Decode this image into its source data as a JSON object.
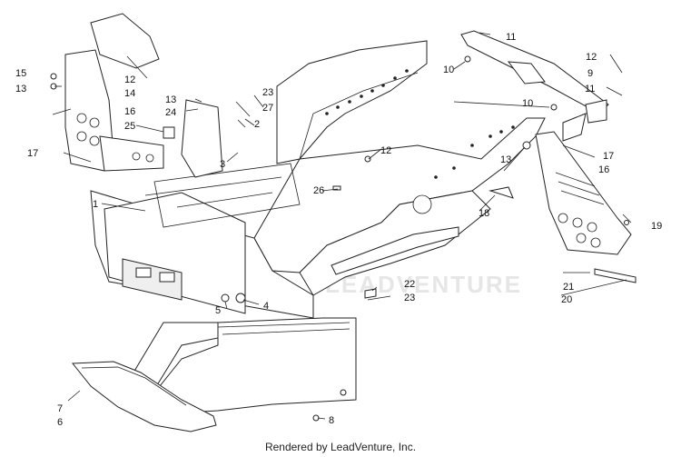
{
  "credit": "Rendered by LeadVenture, Inc.",
  "watermark": "LEADVENTURE",
  "callouts": [
    "1",
    "2",
    "3",
    "4",
    "5",
    "6",
    "7",
    "8",
    "9",
    "10",
    "11",
    "12",
    "13",
    "14",
    "15",
    "16",
    "17",
    "18",
    "19",
    "20",
    "21",
    "22",
    "23",
    "24",
    "25",
    "26",
    "27"
  ]
}
